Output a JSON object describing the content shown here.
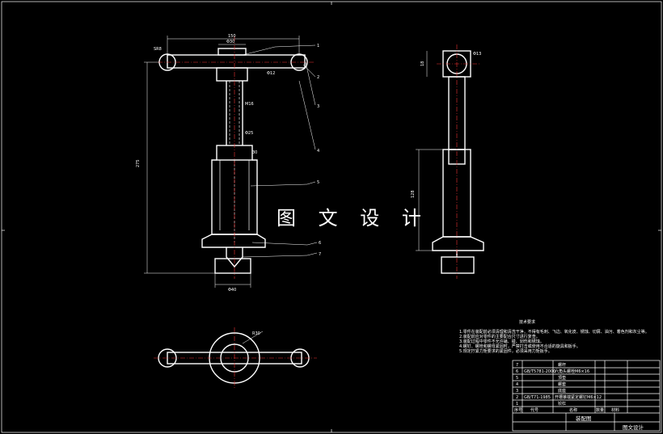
{
  "watermark": "图 文 设 计",
  "tech_requirements": {
    "title": "技术要求",
    "lines": [
      "1.零件在装配前必须清理和清洗干净，不得有毛刺、飞边、氧化皮、锈蚀、切屑、油污、着色剂和灰尘等。",
      "2.装配前应对零件的主要配合尺寸进行复查。",
      "3.装配过程中零件不允许磕、碰、划伤和锈蚀。",
      "4.螺钉、螺栓和螺母紧固时，严禁打击或使用不合适的旋具和扳手。",
      "5.规定拧紧力矩要求的紧固件，必须采用力矩扳手。"
    ]
  },
  "dimensions": {
    "top_width": "150",
    "top_dia": "Φ30",
    "ball_dia": "SR8",
    "handle_dia": "Φ12",
    "shaft_m": "M16",
    "shaft_dia": "Φ25",
    "sleeve_dia": "30",
    "overall_height": "275",
    "base_dia": "Φ40",
    "side_top": "18",
    "side_len": "128",
    "side_ball": "Φ13",
    "plan_r": "R30"
  },
  "bom_rows": [
    {
      "no": "7",
      "code": "",
      "name": "螺杆"
    },
    {
      "no": "6",
      "code": "GB/T5781-2000",
      "name": "六角头螺栓M6×16"
    },
    {
      "no": "5",
      "code": "",
      "name": "顶垫"
    },
    {
      "no": "4",
      "code": "",
      "name": "螺套"
    },
    {
      "no": "3",
      "code": "",
      "name": "底座"
    },
    {
      "no": "2",
      "code": "GB/T71-1985",
      "name": "开槽锥端紧定螺钉M6×12"
    },
    {
      "no": "1",
      "code": "",
      "name": "铰杠"
    }
  ],
  "title_block": {
    "header_no": "序号",
    "header_code": "代号",
    "header_name": "名称",
    "header_qty": "数量",
    "header_mat": "材料",
    "drawing_title": "装配图",
    "company": "图文设计"
  }
}
